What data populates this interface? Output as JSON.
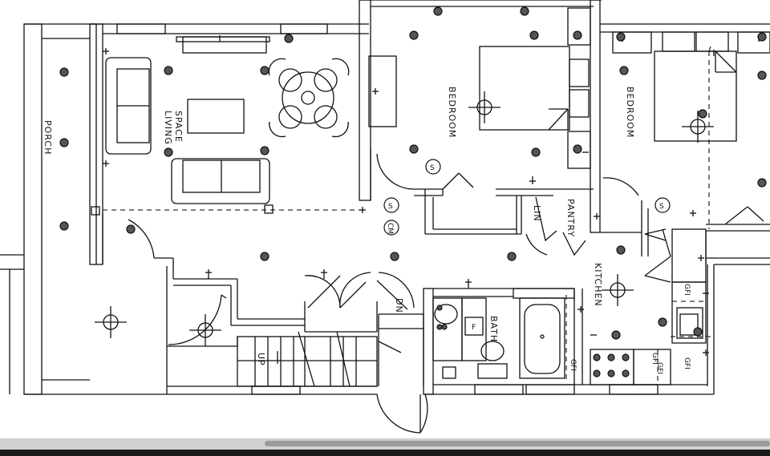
{
  "labels": {
    "porch": "PORCH",
    "living_space": "LIVING\nSPACE",
    "bedroom_1": "BEDROOM",
    "bedroom_2": "BEDROOM",
    "kitchen": "KITCHEN",
    "bath": "BATH",
    "lin": "LIN",
    "pantry": "PANTRY",
    "up": "UP",
    "dn": "DN",
    "cm": "CM",
    "f": "F",
    "gfi_1": "GFI",
    "gfi_2": "GFI",
    "gfi_3": "GFI",
    "gfi_4": "GFI",
    "gfi_5": "GFI",
    "smoke_1": "S",
    "smoke_2": "S",
    "smoke_3": "S"
  },
  "colors": {
    "line": "#111111",
    "dash": "#333333",
    "background": "#ffffff"
  }
}
